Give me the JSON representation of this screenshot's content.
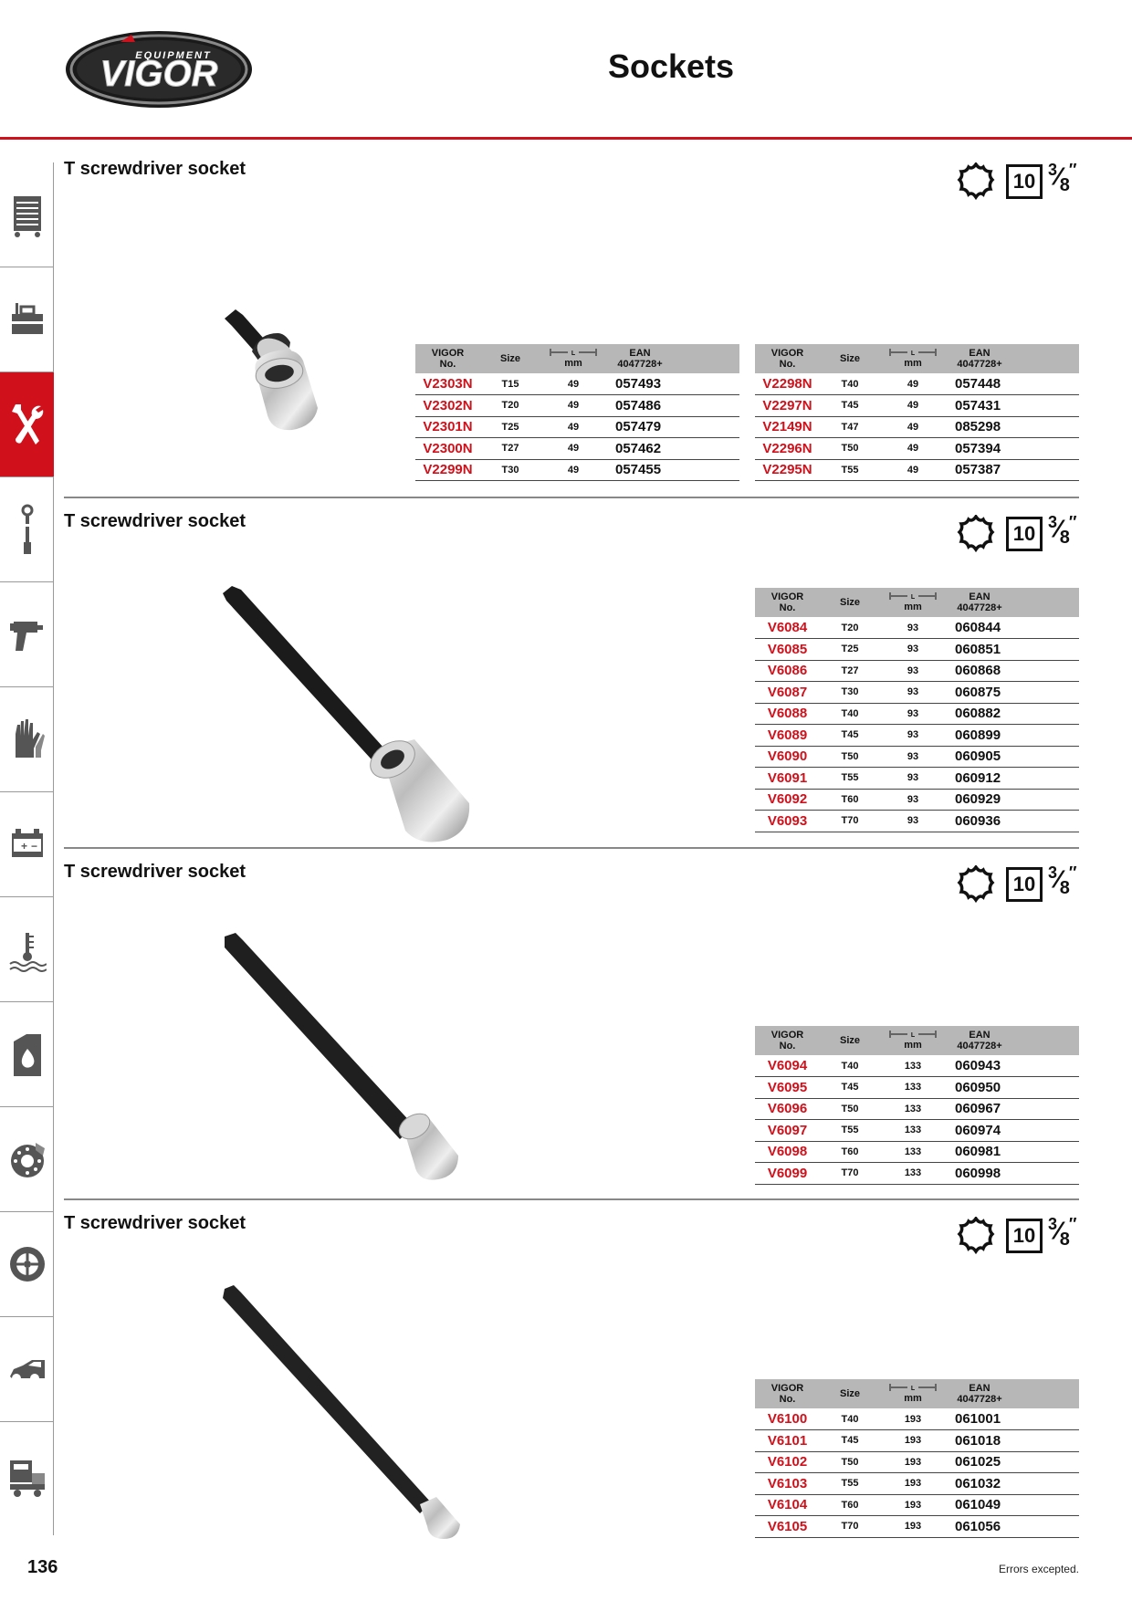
{
  "header": {
    "brand": "VIGOR",
    "brand_sub": "EQUIPMENT",
    "title": "Sockets"
  },
  "sidebar": {
    "items": [
      {
        "icon": "tool-trolley-icon"
      },
      {
        "icon": "tool-box-icon"
      },
      {
        "icon": "wrench-screwdriver-icon",
        "active": true
      },
      {
        "icon": "torque-wrench-icon"
      },
      {
        "icon": "impact-wrench-icon"
      },
      {
        "icon": "gloves-icon"
      },
      {
        "icon": "battery-icon"
      },
      {
        "icon": "coolant-temperature-icon"
      },
      {
        "icon": "oil-canister-icon"
      },
      {
        "icon": "brake-disc-icon"
      },
      {
        "icon": "wheel-icon"
      },
      {
        "icon": "car-body-icon"
      },
      {
        "icon": "truck-icon"
      }
    ]
  },
  "table_headers": {
    "vigor": "VIGOR",
    "no": "No.",
    "size": "Size",
    "len_symbol": "L",
    "mm": "mm",
    "ean": "EAN",
    "ean_prefix": "4047728+"
  },
  "spec": {
    "drive_box": "10",
    "frac_num": "3",
    "frac_den": "8",
    "frac_mark": "″"
  },
  "sections": [
    {
      "title": "T screwdriver socket",
      "tables": [
        {
          "rows": [
            {
              "no": "V2303N",
              "size": "T15",
              "len": "49",
              "ean": "057493"
            },
            {
              "no": "V2302N",
              "size": "T20",
              "len": "49",
              "ean": "057486"
            },
            {
              "no": "V2301N",
              "size": "T25",
              "len": "49",
              "ean": "057479"
            },
            {
              "no": "V2300N",
              "size": "T27",
              "len": "49",
              "ean": "057462"
            },
            {
              "no": "V2299N",
              "size": "T30",
              "len": "49",
              "ean": "057455"
            }
          ]
        },
        {
          "rows": [
            {
              "no": "V2298N",
              "size": "T40",
              "len": "49",
              "ean": "057448"
            },
            {
              "no": "V2297N",
              "size": "T45",
              "len": "49",
              "ean": "057431"
            },
            {
              "no": "V2149N",
              "size": "T47",
              "len": "49",
              "ean": "085298"
            },
            {
              "no": "V2296N",
              "size": "T50",
              "len": "49",
              "ean": "057394"
            },
            {
              "no": "V2295N",
              "size": "T55",
              "len": "49",
              "ean": "057387"
            }
          ]
        }
      ]
    },
    {
      "title": "T screwdriver socket",
      "tables": [
        {
          "rows": [
            {
              "no": "V6084",
              "size": "T20",
              "len": "93",
              "ean": "060844"
            },
            {
              "no": "V6085",
              "size": "T25",
              "len": "93",
              "ean": "060851"
            },
            {
              "no": "V6086",
              "size": "T27",
              "len": "93",
              "ean": "060868"
            },
            {
              "no": "V6087",
              "size": "T30",
              "len": "93",
              "ean": "060875"
            },
            {
              "no": "V6088",
              "size": "T40",
              "len": "93",
              "ean": "060882"
            },
            {
              "no": "V6089",
              "size": "T45",
              "len": "93",
              "ean": "060899"
            },
            {
              "no": "V6090",
              "size": "T50",
              "len": "93",
              "ean": "060905"
            },
            {
              "no": "V6091",
              "size": "T55",
              "len": "93",
              "ean": "060912"
            },
            {
              "no": "V6092",
              "size": "T60",
              "len": "93",
              "ean": "060929"
            },
            {
              "no": "V6093",
              "size": "T70",
              "len": "93",
              "ean": "060936"
            }
          ]
        }
      ]
    },
    {
      "title": "T screwdriver socket",
      "tables": [
        {
          "rows": [
            {
              "no": "V6094",
              "size": "T40",
              "len": "133",
              "ean": "060943"
            },
            {
              "no": "V6095",
              "size": "T45",
              "len": "133",
              "ean": "060950"
            },
            {
              "no": "V6096",
              "size": "T50",
              "len": "133",
              "ean": "060967"
            },
            {
              "no": "V6097",
              "size": "T55",
              "len": "133",
              "ean": "060974"
            },
            {
              "no": "V6098",
              "size": "T60",
              "len": "133",
              "ean": "060981"
            },
            {
              "no": "V6099",
              "size": "T70",
              "len": "133",
              "ean": "060998"
            }
          ]
        }
      ]
    },
    {
      "title": "T screwdriver socket",
      "tables": [
        {
          "rows": [
            {
              "no": "V6100",
              "size": "T40",
              "len": "193",
              "ean": "061001"
            },
            {
              "no": "V6101",
              "size": "T45",
              "len": "193",
              "ean": "061018"
            },
            {
              "no": "V6102",
              "size": "T50",
              "len": "193",
              "ean": "061025"
            },
            {
              "no": "V6103",
              "size": "T55",
              "len": "193",
              "ean": "061032"
            },
            {
              "no": "V6104",
              "size": "T60",
              "len": "193",
              "ean": "061049"
            },
            {
              "no": "V6105",
              "size": "T70",
              "len": "193",
              "ean": "061056"
            }
          ]
        }
      ]
    }
  ],
  "footer": {
    "page_number": "136",
    "note": "Errors excepted."
  }
}
